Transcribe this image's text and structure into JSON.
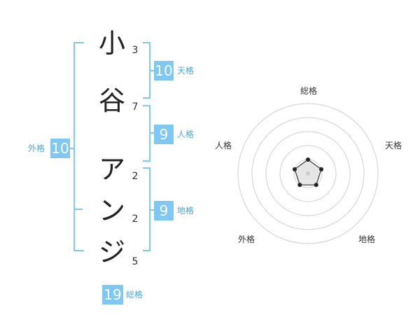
{
  "name": {
    "chars": [
      {
        "char": "小",
        "strokes": "3"
      },
      {
        "char": "谷",
        "strokes": "7"
      },
      {
        "char": "ア",
        "strokes": "2"
      },
      {
        "char": "ン",
        "strokes": "2"
      },
      {
        "char": "ジ",
        "strokes": "5"
      }
    ]
  },
  "fortunes": {
    "tenkaku": {
      "value": "10",
      "label": "天格"
    },
    "jinkaku": {
      "value": "9",
      "label": "人格"
    },
    "chikaku": {
      "value": "9",
      "label": "地格"
    },
    "gaikaku": {
      "value": "10",
      "label": "外格"
    },
    "soukaku": {
      "value": "19",
      "label": "総格"
    }
  },
  "radar": {
    "labels": [
      "総格",
      "天格",
      "地格",
      "外格",
      "人格"
    ],
    "values": [
      1,
      1,
      1,
      1,
      1
    ],
    "max": 5,
    "colors": {
      "ring": "#d0d0d0",
      "fill": "#e6e6e6",
      "line": "#333333",
      "dot": "#222222",
      "center": "#cccccc"
    }
  },
  "colors": {
    "accent": "#7fc8f4",
    "bracket": "#7fc8f4",
    "label": "#4aa8e0"
  }
}
